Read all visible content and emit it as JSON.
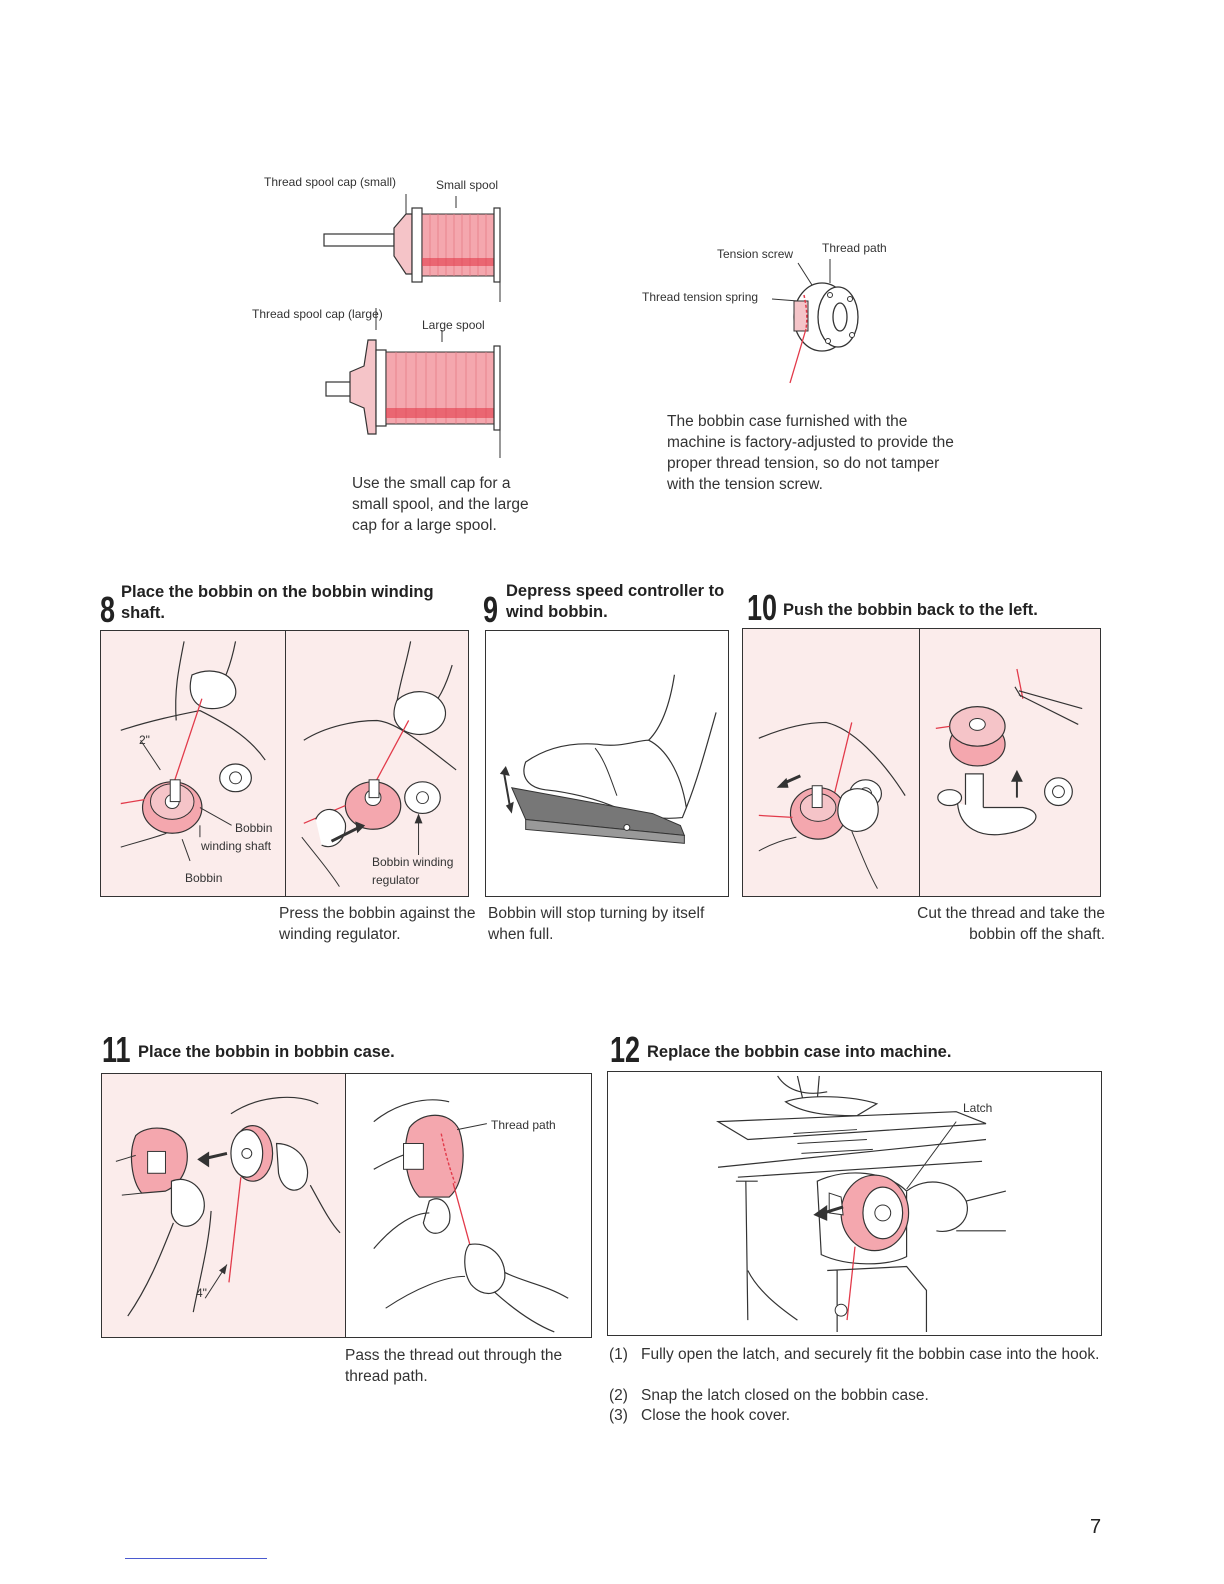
{
  "top": {
    "spool": {
      "label_cap_small": "Thread spool cap (small)",
      "label_small_spool": "Small spool",
      "label_cap_large": "Thread spool cap (large)",
      "label_large_spool": "Large spool",
      "caption": "Use the small cap for a small spool, and the large cap for a large spool."
    },
    "bobbin_case": {
      "label_tension_screw": "Tension screw",
      "label_thread_path": "Thread path",
      "label_tension_spring": "Thread tension spring",
      "caption": "The bobbin case furnished with the machine is factory-adjusted to provide the proper thread tension, so do not tamper with the tension screw."
    }
  },
  "steps": {
    "s8": {
      "number": "8",
      "title": "Place the bobbin on the bobbin winding shaft.",
      "label_2in": "2\"",
      "label_shaft": "Bobbin winding shaft",
      "label_bobbin": "Bobbin",
      "label_regulator": "Bobbin winding regulator",
      "caption": "Press the bobbin against the winding regulator."
    },
    "s9": {
      "number": "9",
      "title": "Depress speed controller to wind bobbin.",
      "caption": "Bobbin will stop turning by itself when full."
    },
    "s10": {
      "number": "10",
      "title": "Push the bobbin back to the left.",
      "caption": "Cut the thread and take the bobbin off the shaft."
    },
    "s11": {
      "number": "11",
      "title": "Place the bobbin in bobbin case.",
      "label_4in": "4\"",
      "label_thread_path": "Thread path",
      "caption": "Pass the thread out through the thread path."
    },
    "s12": {
      "number": "12",
      "title": "Replace the bobbin case into machine.",
      "label_latch": "Latch",
      "instructions": [
        {
          "marker": "(1)",
          "text": "Fully open the latch, and securely fit the bobbin case into the hook."
        },
        {
          "marker": "(2)",
          "text": "Snap the latch closed on the bobbin case."
        },
        {
          "marker": "(3)",
          "text": "Close the hook cover."
        }
      ]
    }
  },
  "page_number": "7",
  "colors": {
    "thread": "#e23a4a",
    "pink_fill": "#f2a6ac",
    "panel_bg": "#fbeceb",
    "line": "#333333"
  }
}
